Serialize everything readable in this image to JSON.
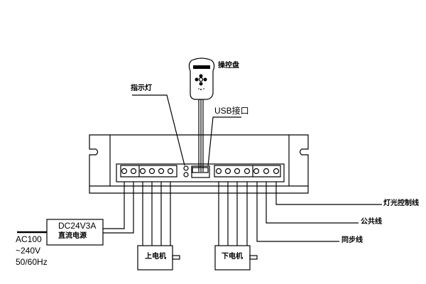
{
  "labels": {
    "pendant": "操控盘",
    "indicator": "指示灯",
    "usb": "USB接口",
    "psu_model": "DC24V3A",
    "psu_name": "直流电源",
    "ac_line1": "AC100",
    "ac_line2": "~240V",
    "ac_line3": "50/60Hz",
    "upper_motor": "上电机",
    "lower_motor": "下电机",
    "light_control": "灯光控制线",
    "common": "公共线",
    "sync": "同步线"
  },
  "colors": {
    "line": "#000000",
    "background": "#ffffff"
  }
}
